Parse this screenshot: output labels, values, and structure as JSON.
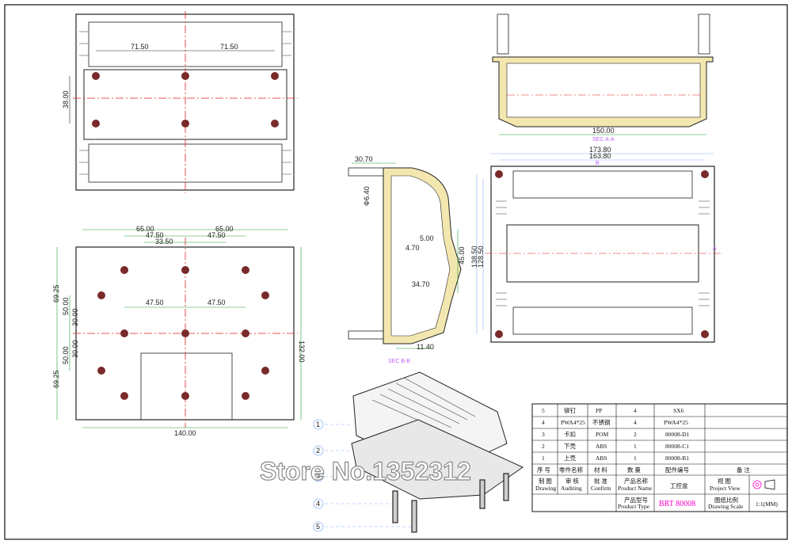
{
  "views": {
    "top_view": {
      "dims": [
        "71.50",
        "71.50",
        "38.00"
      ]
    },
    "bottom_view": {
      "dims": [
        "65.00",
        "65.00",
        "47.50",
        "47.50",
        "33.50",
        "47.50",
        "47.50",
        "69.25",
        "50.00",
        "30.00",
        "30.00",
        "50.00",
        "69.25",
        "132.00",
        "140.00"
      ]
    },
    "section_aa": {
      "dims": [
        "150.00"
      ],
      "label": "SEC A-A"
    },
    "section_bb": {
      "dims": [
        "30.70",
        "Φ6.40",
        "5.00",
        "4.70",
        "45.00",
        "34.70",
        "11.40"
      ],
      "label": "SEC B-B"
    },
    "front_view": {
      "dims": [
        "173.80",
        "163.80",
        "138.50",
        "128.50"
      ],
      "marker_b": "B",
      "marker_a": "A"
    },
    "exploded_view": {
      "callouts": [
        "1",
        "2",
        "3",
        "4",
        "5"
      ]
    }
  },
  "watermark": "Store No.1352312",
  "title_block": {
    "parts": [
      {
        "no": "5",
        "name": "铆钉",
        "material": "PP",
        "qty": "4",
        "code": "SX6"
      },
      {
        "no": "4",
        "name": "PWA4*25",
        "material": "不锈钢",
        "qty": "4",
        "code": "PWA4*25"
      },
      {
        "no": "3",
        "name": "卡扣",
        "material": "POM",
        "qty": "2",
        "code": "80008-D1"
      },
      {
        "no": "2",
        "name": "下壳",
        "material": "ABS",
        "qty": "1",
        "code": "80008-C1"
      },
      {
        "no": "1",
        "name": "上壳",
        "material": "ABS",
        "qty": "1",
        "code": "80008-B1"
      }
    ],
    "headers": {
      "no": "序 号",
      "name": "零件名称",
      "material": "材 料",
      "qty": "数 量",
      "code": "配件编号",
      "remark": "备 注"
    },
    "drawing_label_cn": "制 图",
    "drawing_label_en": "Drawing",
    "auditing_label_cn": "审 核",
    "auditing_label_en": "Auditing",
    "confirm_label_cn": "批 准",
    "confirm_label_en": "Confirm",
    "product_name_label_cn": "产品名称",
    "product_name_label_en": "Product Name",
    "product_name_value": "工控盒",
    "project_view_label_cn": "视 图",
    "project_view_label_en": "Project View",
    "product_type_label_cn": "产品型号",
    "product_type_label_en": "Product Type",
    "product_type_value": "BRT 80008",
    "scale_label_cn": "图纸比例",
    "scale_label_en": "Drawing Scale",
    "scale_value": "1:1(MM)"
  },
  "colors": {
    "line": "#222222",
    "centerline": "#e0201f",
    "dimension": "#20a030",
    "dimension_alt": "#8ab4ff",
    "screw": "#7a2a2a",
    "highlight_text": "#ff00cc",
    "section_fill": "#f3e7b0"
  }
}
